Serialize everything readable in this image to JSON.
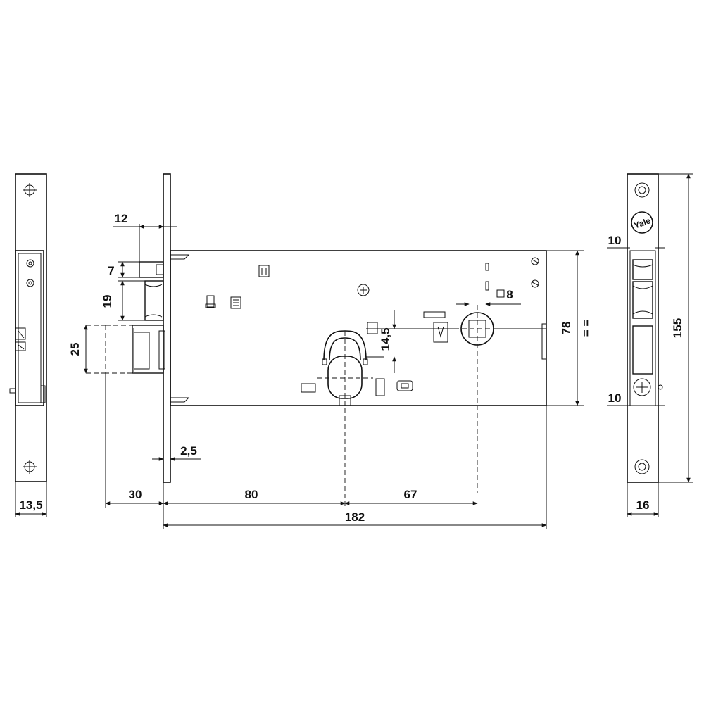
{
  "dimensions": {
    "side_width": "13,5",
    "latch_offset": "12",
    "latch_height": "7",
    "latch_gap": "19",
    "bolt_height": "25",
    "faceplate_thickness": "2,5",
    "backset": "30",
    "key_to_spindle_left": "80",
    "key_to_spindle_right": "67",
    "spindle_square": "8",
    "key_offset": "14,5",
    "case_height": "78",
    "equal_mark": "= =",
    "overall_length": "182",
    "front_top_gap": "10",
    "front_bottom_gap": "10",
    "faceplate_length": "155",
    "faceplate_width": "16"
  },
  "brand": {
    "logo": "Yale"
  }
}
